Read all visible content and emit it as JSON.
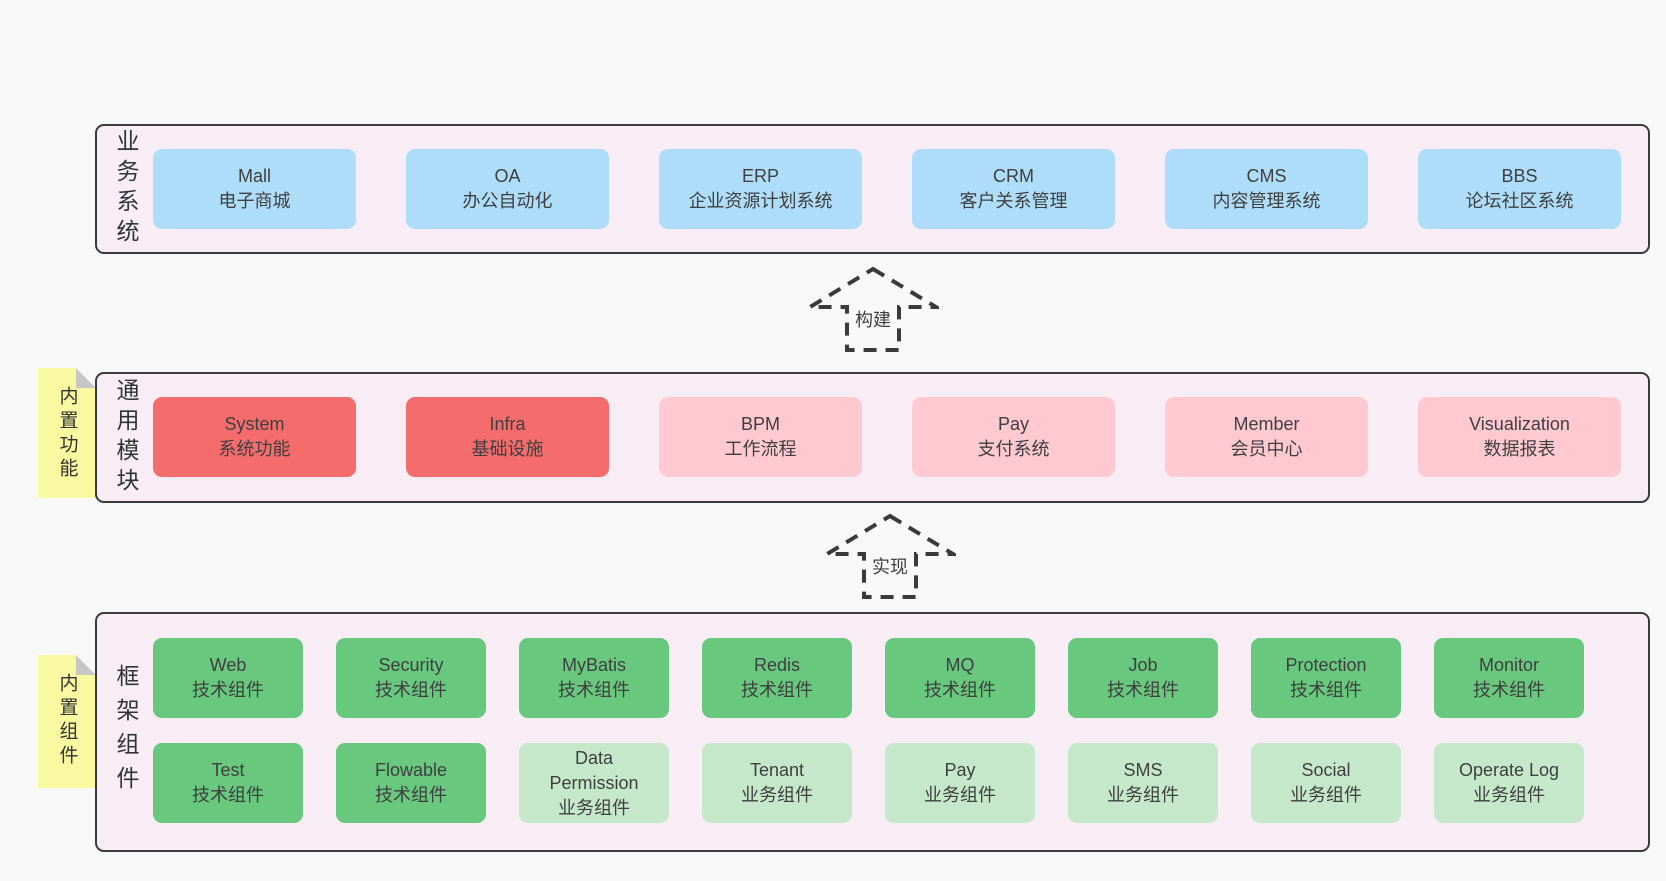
{
  "colors": {
    "page_bg": "#f8f8f8",
    "panel_bg": "#f8edf5",
    "panel_border": "#3b3b3b",
    "blue_box": "#aeddfa",
    "red_box": "#f56c6c",
    "pink_box": "#ffc9d2",
    "green_box": "#68c87e",
    "green_light_box": "#c5e8ca",
    "tag_yellow": "#f9f9a1",
    "tag_fold_gray": "#c6c6c6"
  },
  "panel_business": {
    "label": "业务系统",
    "boxes": [
      {
        "title": "Mall",
        "subtitle": "电子商城"
      },
      {
        "title": "OA",
        "subtitle": "办公自动化"
      },
      {
        "title": "ERP",
        "subtitle": "企业资源计划系统"
      },
      {
        "title": "CRM",
        "subtitle": "客户关系管理"
      },
      {
        "title": "CMS",
        "subtitle": "内容管理系统"
      },
      {
        "title": "BBS",
        "subtitle": "论坛社区系统"
      }
    ]
  },
  "arrow_build": {
    "label": "构建"
  },
  "panel_modules": {
    "label": "通用模块",
    "tag": "内置功能",
    "boxes": [
      {
        "title": "System",
        "subtitle": "系统功能"
      },
      {
        "title": "Infra",
        "subtitle": "基础设施"
      },
      {
        "title": "BPM",
        "subtitle": "工作流程"
      },
      {
        "title": "Pay",
        "subtitle": "支付系统"
      },
      {
        "title": "Member",
        "subtitle": "会员中心"
      },
      {
        "title": "Visualization",
        "subtitle": "数据报表"
      }
    ]
  },
  "arrow_implement": {
    "label": "实现"
  },
  "panel_framework": {
    "label": "框架组件",
    "tag": "内置组件",
    "row1": [
      {
        "title": "Web",
        "subtitle": "技术组件"
      },
      {
        "title": "Security",
        "subtitle": "技术组件"
      },
      {
        "title": "MyBatis",
        "subtitle": "技术组件"
      },
      {
        "title": "Redis",
        "subtitle": "技术组件"
      },
      {
        "title": "MQ",
        "subtitle": "技术组件"
      },
      {
        "title": "Job",
        "subtitle": "技术组件"
      },
      {
        "title": "Protection",
        "subtitle": "技术组件"
      },
      {
        "title": "Monitor",
        "subtitle": "技术组件"
      }
    ],
    "row2": [
      {
        "title": "Test",
        "subtitle": "技术组件"
      },
      {
        "title": "Flowable",
        "subtitle": "技术组件"
      },
      {
        "title": "Data Permission",
        "subtitle": "业务组件"
      },
      {
        "title": "Tenant",
        "subtitle": "业务组件"
      },
      {
        "title": "Pay",
        "subtitle": "业务组件"
      },
      {
        "title": "SMS",
        "subtitle": "业务组件"
      },
      {
        "title": "Social",
        "subtitle": "业务组件"
      },
      {
        "title": "Operate Log",
        "subtitle": "业务组件"
      }
    ]
  }
}
